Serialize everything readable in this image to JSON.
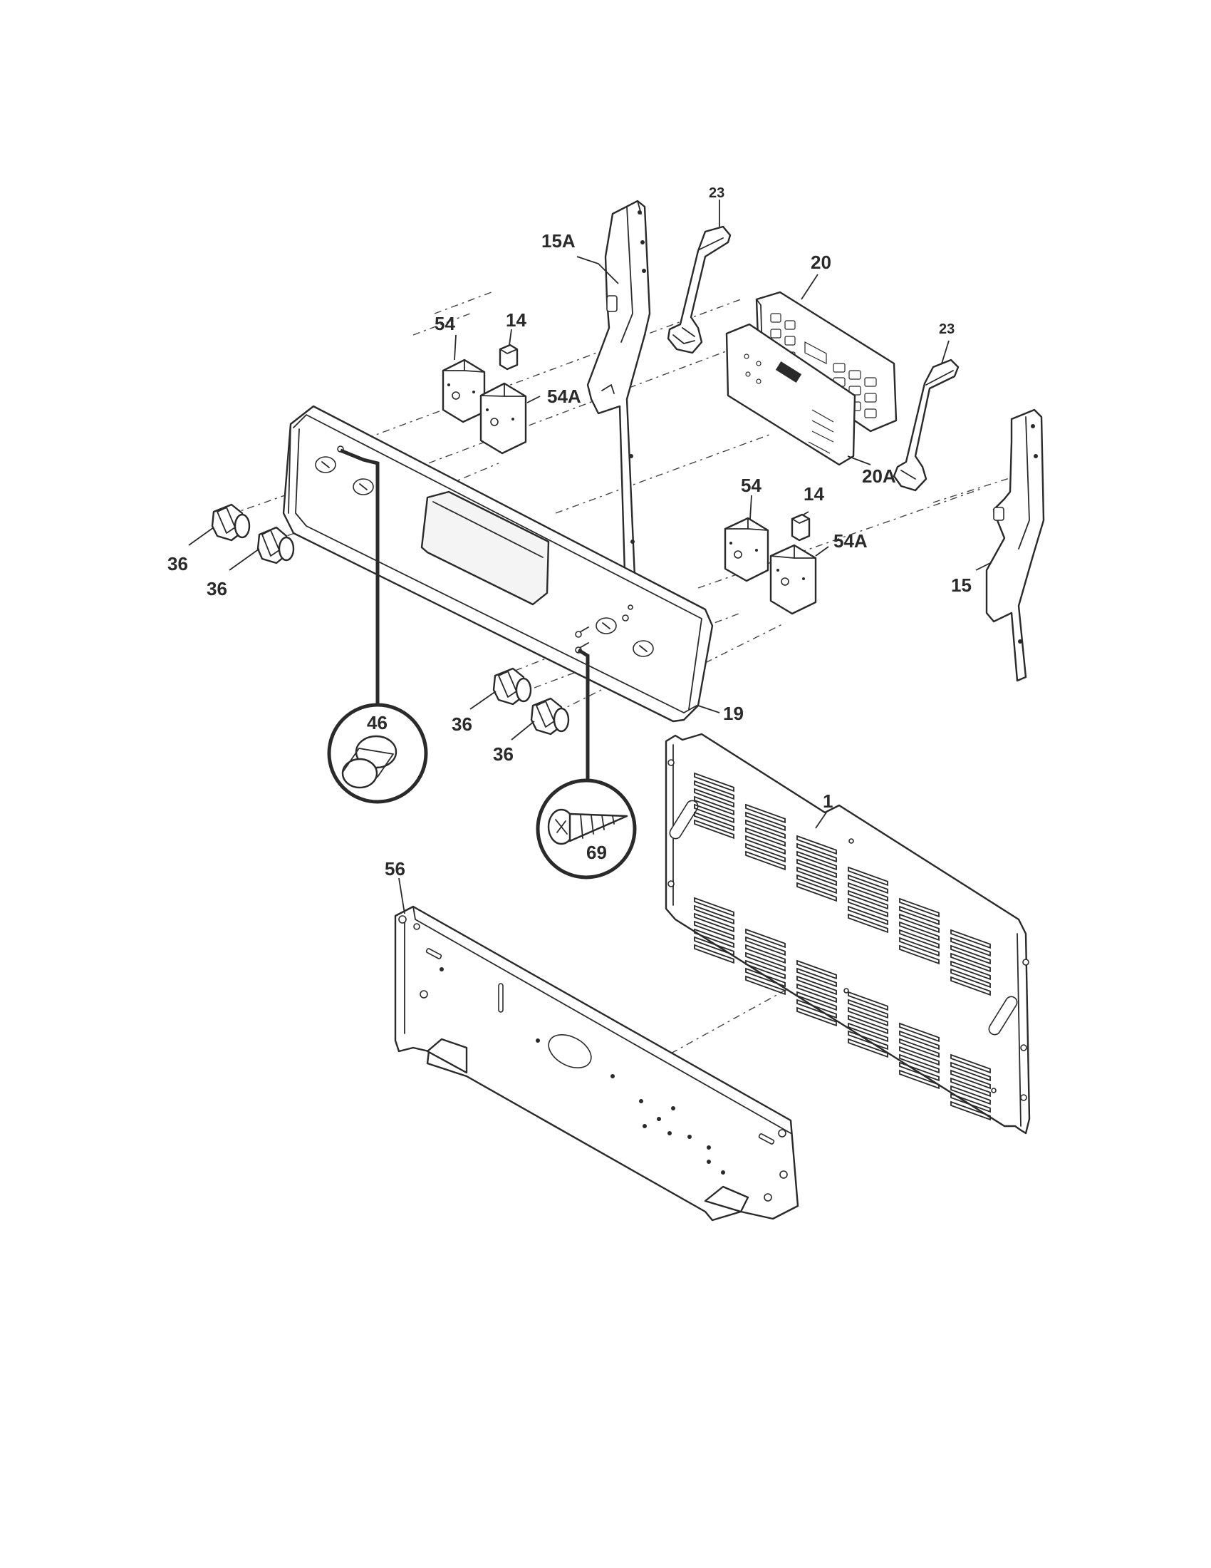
{
  "diagram": {
    "labels": {
      "p1": "1",
      "p14a": "14",
      "p14b": "14",
      "p15": "15",
      "p15A": "15A",
      "p19": "19",
      "p20": "20",
      "p20A": "20A",
      "p23a": "23",
      "p23b": "23",
      "p36a": "36",
      "p36b": "36",
      "p36c": "36",
      "p36d": "36",
      "p46": "46",
      "p54a": "54",
      "p54b": "54",
      "p54Aa": "54A",
      "p54Ab": "54A",
      "p56": "56",
      "p69": "69"
    },
    "colors": {
      "line": "#2a2a2a",
      "background": "#ffffff"
    }
  }
}
